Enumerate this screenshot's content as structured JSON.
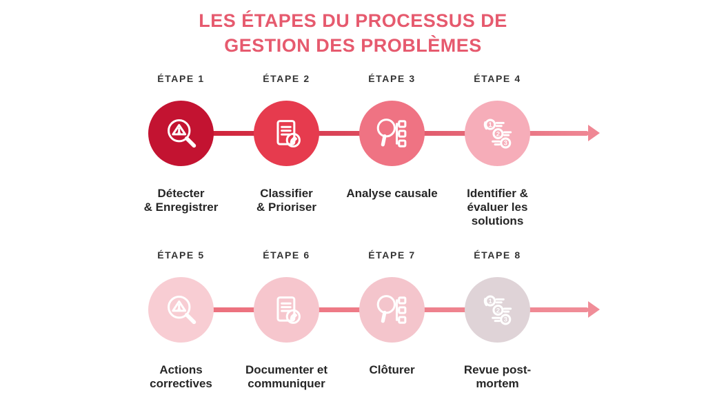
{
  "title": "LES ÉTAPES DU PROCESSUS DE GESTION DES PROBLÈMES",
  "colors": {
    "title": "#e65a6e",
    "row1_connector_start": "#cd1b33",
    "row1_connector_end": "#ef8794",
    "row2_connector_start": "#ec6e7b",
    "row2_connector_end": "#f08d98",
    "circles": [
      "#c31331",
      "#e63b4e",
      "#ef7383",
      "#f6adb9",
      "#f8cdd3",
      "#f6c6cd",
      "#f4c5cc",
      "#dfd3d7"
    ],
    "icon_stroke": "#ffffff",
    "label_text": "#333333",
    "caption_text": "#262626"
  },
  "steps": [
    {
      "etape": "ÉTAPE 1",
      "title": "Détecter\n& Enregistrer",
      "icon": "magnifier-alert-icon"
    },
    {
      "etape": "ÉTAPE 2",
      "title": "Classifier\n& Prioriser",
      "icon": "document-pencil-icon"
    },
    {
      "etape": "ÉTAPE 3",
      "title": "Analyse causale",
      "icon": "magnifier-diagram-icon"
    },
    {
      "etape": "ÉTAPE 4",
      "title": "Identifier &\névaluer les\nsolutions",
      "icon": "numbered-list-icon"
    },
    {
      "etape": "ÉTAPE 5",
      "title": "Actions\ncorrectives",
      "icon": "magnifier-alert-icon"
    },
    {
      "etape": "ÉTAPE 6",
      "title": "Documenter et\ncommuniquer",
      "icon": "document-pencil-icon"
    },
    {
      "etape": "ÉTAPE 7",
      "title": "Clôturer",
      "icon": "magnifier-diagram-icon"
    },
    {
      "etape": "ÉTAPE 8",
      "title": "Revue post-\nmortem",
      "icon": "numbered-list-icon"
    }
  ]
}
